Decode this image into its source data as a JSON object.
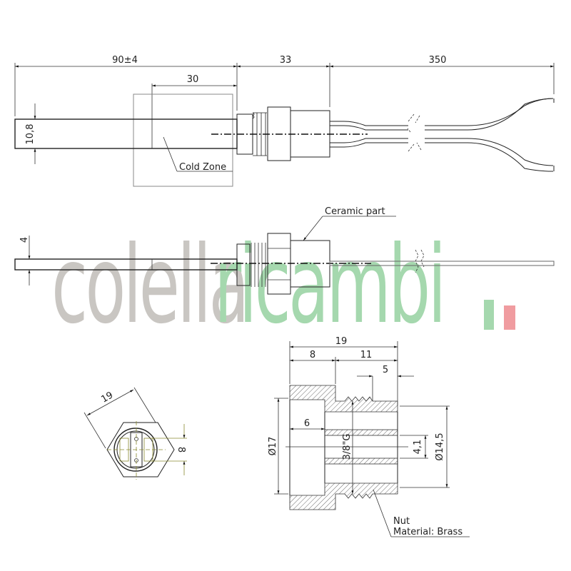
{
  "drawing": {
    "title": "Glow plug / ceramic igniter technical drawing",
    "top_view": {
      "dim_overall_probe": "90±4",
      "dim_cold_zone": "30",
      "dim_fitting": "33",
      "dim_cable": "350",
      "dim_diameter": "10,8",
      "cold_zone_label": "Cold Zone"
    },
    "side_view": {
      "dim_thickness": "4",
      "ceramic_label": "Ceramic part"
    },
    "end_view": {
      "dim_across_flats": "19",
      "dim_width": "8"
    },
    "section_view": {
      "dim_total": "19",
      "dim_head": "8",
      "dim_thread_len": "11",
      "dim_thread_active": "5",
      "dim_bore_depth": "6",
      "dim_head_dia": "Ø17",
      "dim_thread": "3/8\"G",
      "dim_bore": "4,1",
      "dim_body_dia": "Ø14,5",
      "nut_label": "Nut",
      "material_label": "Material: Brass"
    }
  },
  "watermark": {
    "part1": "colella",
    "part2": "ricambi",
    "part3": ".",
    "part4": ".",
    "colors": {
      "grey": "#c9c6c2",
      "green": "#a5d8ae",
      "red": "#f09ca0"
    }
  }
}
